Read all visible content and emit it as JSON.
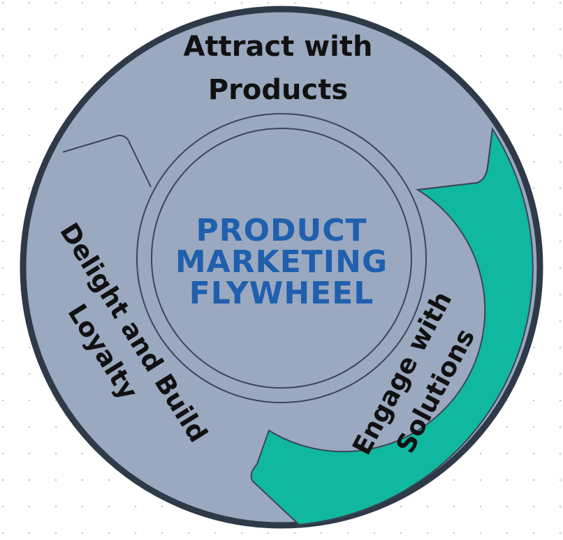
{
  "diagram": {
    "hub": {
      "lines": [
        "PRODUCT",
        "MARKETING",
        "FLYWHEEL"
      ]
    },
    "segments": [
      {
        "id": "attract",
        "lines": [
          "Attract with",
          "Products"
        ]
      },
      {
        "id": "delight",
        "lines": [
          "Delight and Build",
          "Loyalty"
        ]
      },
      {
        "id": "engage",
        "lines": [
          "Engage with",
          "Solutions"
        ]
      }
    ]
  },
  "colors": {
    "ring_fill": "#9aa9c0",
    "ring_outline": "#2f3a48",
    "segment_border": "#3a4656",
    "engage_fill": "#0fb89e",
    "hub_fill": "#9aa9c0",
    "hub_text": "#1f5fae",
    "label_text": "#111111"
  }
}
